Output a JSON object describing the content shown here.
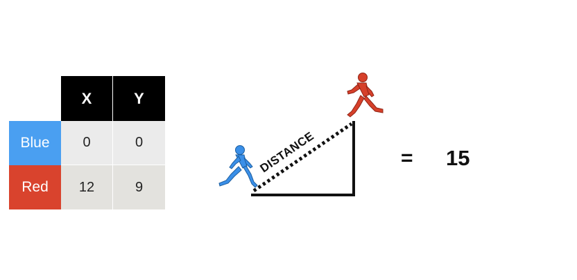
{
  "table": {
    "columns": [
      "X",
      "Y"
    ],
    "rows": [
      {
        "label": "Blue",
        "color": "#4a9ff1",
        "x": "0",
        "y": "0"
      },
      {
        "label": "Red",
        "color": "#d9432d",
        "x": "12",
        "y": "9"
      }
    ]
  },
  "diagram": {
    "distance_label": "DISTANCE",
    "blue_runner_color": "#3a8fe8",
    "red_runner_color": "#d6402a"
  },
  "result": {
    "equals": "=",
    "value": "15"
  }
}
